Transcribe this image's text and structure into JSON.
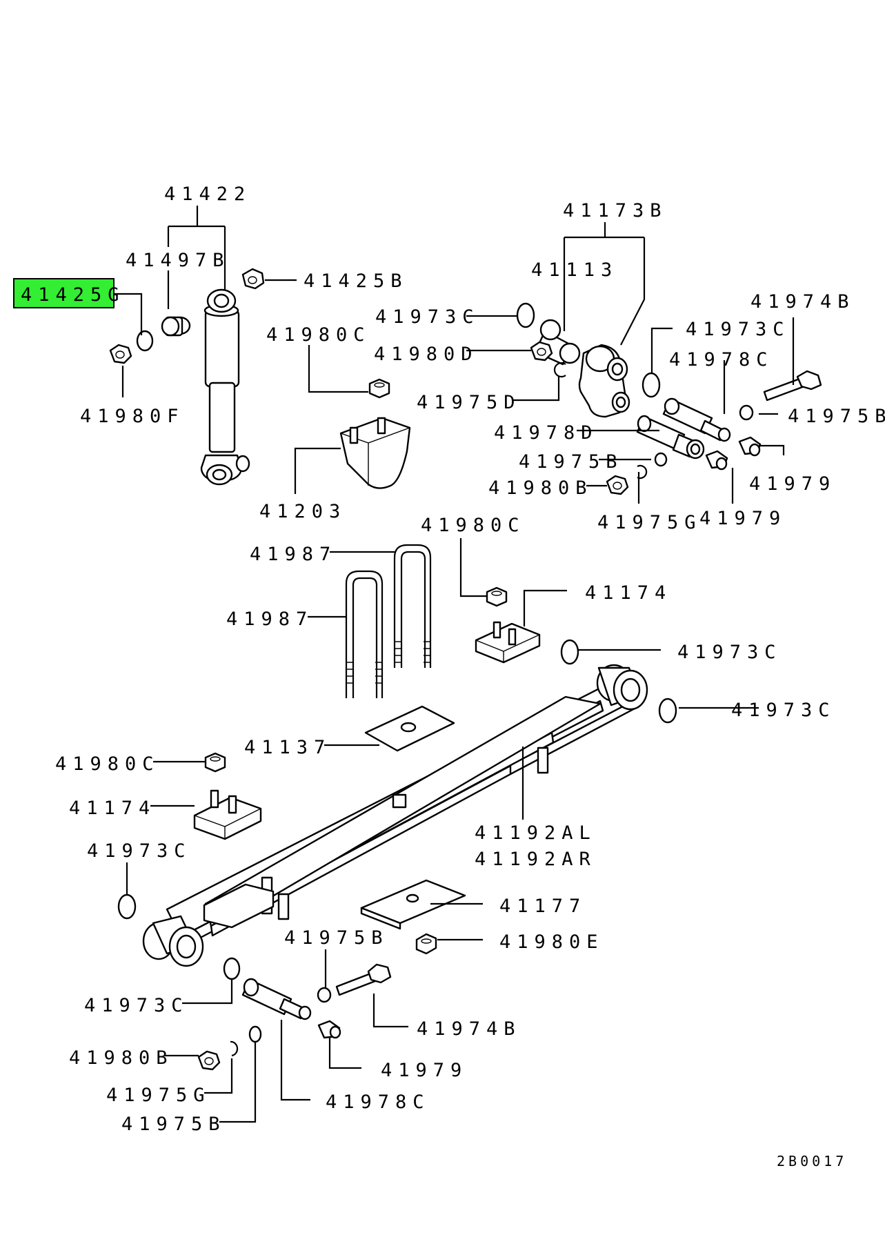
{
  "highlight_color": "#33ee33",
  "highlighted_part": "41425G",
  "figure_code": "2B0017",
  "parts": [
    {
      "id": "p41422",
      "label": "41422"
    },
    {
      "id": "p41497B",
      "label": "41497B"
    },
    {
      "id": "p41425G",
      "label": "41425G"
    },
    {
      "id": "p41425B",
      "label": "41425B"
    },
    {
      "id": "p41980F",
      "label": "41980F"
    },
    {
      "id": "p41980C_top",
      "label": "41980C"
    },
    {
      "id": "p41203",
      "label": "41203"
    },
    {
      "id": "p41173B",
      "label": "41173B"
    },
    {
      "id": "p41113",
      "label": "41113"
    },
    {
      "id": "p41973C_a",
      "label": "41973C"
    },
    {
      "id": "p41980D",
      "label": "41980D"
    },
    {
      "id": "p41975D",
      "label": "41975D"
    },
    {
      "id": "p41973C_b",
      "label": "41973C"
    },
    {
      "id": "p41974B_top",
      "label": "41974B"
    },
    {
      "id": "p41978C_top",
      "label": "41978C"
    },
    {
      "id": "p41975B_a",
      "label": "41975B"
    },
    {
      "id": "p41978D",
      "label": "41978D"
    },
    {
      "id": "p41975B_b",
      "label": "41975B"
    },
    {
      "id": "p41979_a",
      "label": "41979"
    },
    {
      "id": "p41980B_top",
      "label": "41980B"
    },
    {
      "id": "p41975G_top",
      "label": "41975G"
    },
    {
      "id": "p41979_b",
      "label": "41979"
    },
    {
      "id": "p41987_a",
      "label": "41987"
    },
    {
      "id": "p41987_b",
      "label": "41987"
    },
    {
      "id": "p41980C_mid",
      "label": "41980C"
    },
    {
      "id": "p41174_top",
      "label": "41174"
    },
    {
      "id": "p41973C_c",
      "label": "41973C"
    },
    {
      "id": "p41973C_d",
      "label": "41973C"
    },
    {
      "id": "p41137",
      "label": "41137"
    },
    {
      "id": "p41980C_low",
      "label": "41980C"
    },
    {
      "id": "p41174_low",
      "label": "41174"
    },
    {
      "id": "p41192AL",
      "label": "41192AL"
    },
    {
      "id": "p41192AR",
      "label": "41192AR"
    },
    {
      "id": "p41973C_e",
      "label": "41973C"
    },
    {
      "id": "p41177",
      "label": "41177"
    },
    {
      "id": "p41975B_c",
      "label": "41975B"
    },
    {
      "id": "p41980E",
      "label": "41980E"
    },
    {
      "id": "p41973C_f",
      "label": "41973C"
    },
    {
      "id": "p41974B_low",
      "label": "41974B"
    },
    {
      "id": "p41980B_low",
      "label": "41980B"
    },
    {
      "id": "p41979_c",
      "label": "41979"
    },
    {
      "id": "p41975G_low",
      "label": "41975G"
    },
    {
      "id": "p41978C_low",
      "label": "41978C"
    },
    {
      "id": "p41975B_d",
      "label": "41975B"
    }
  ]
}
